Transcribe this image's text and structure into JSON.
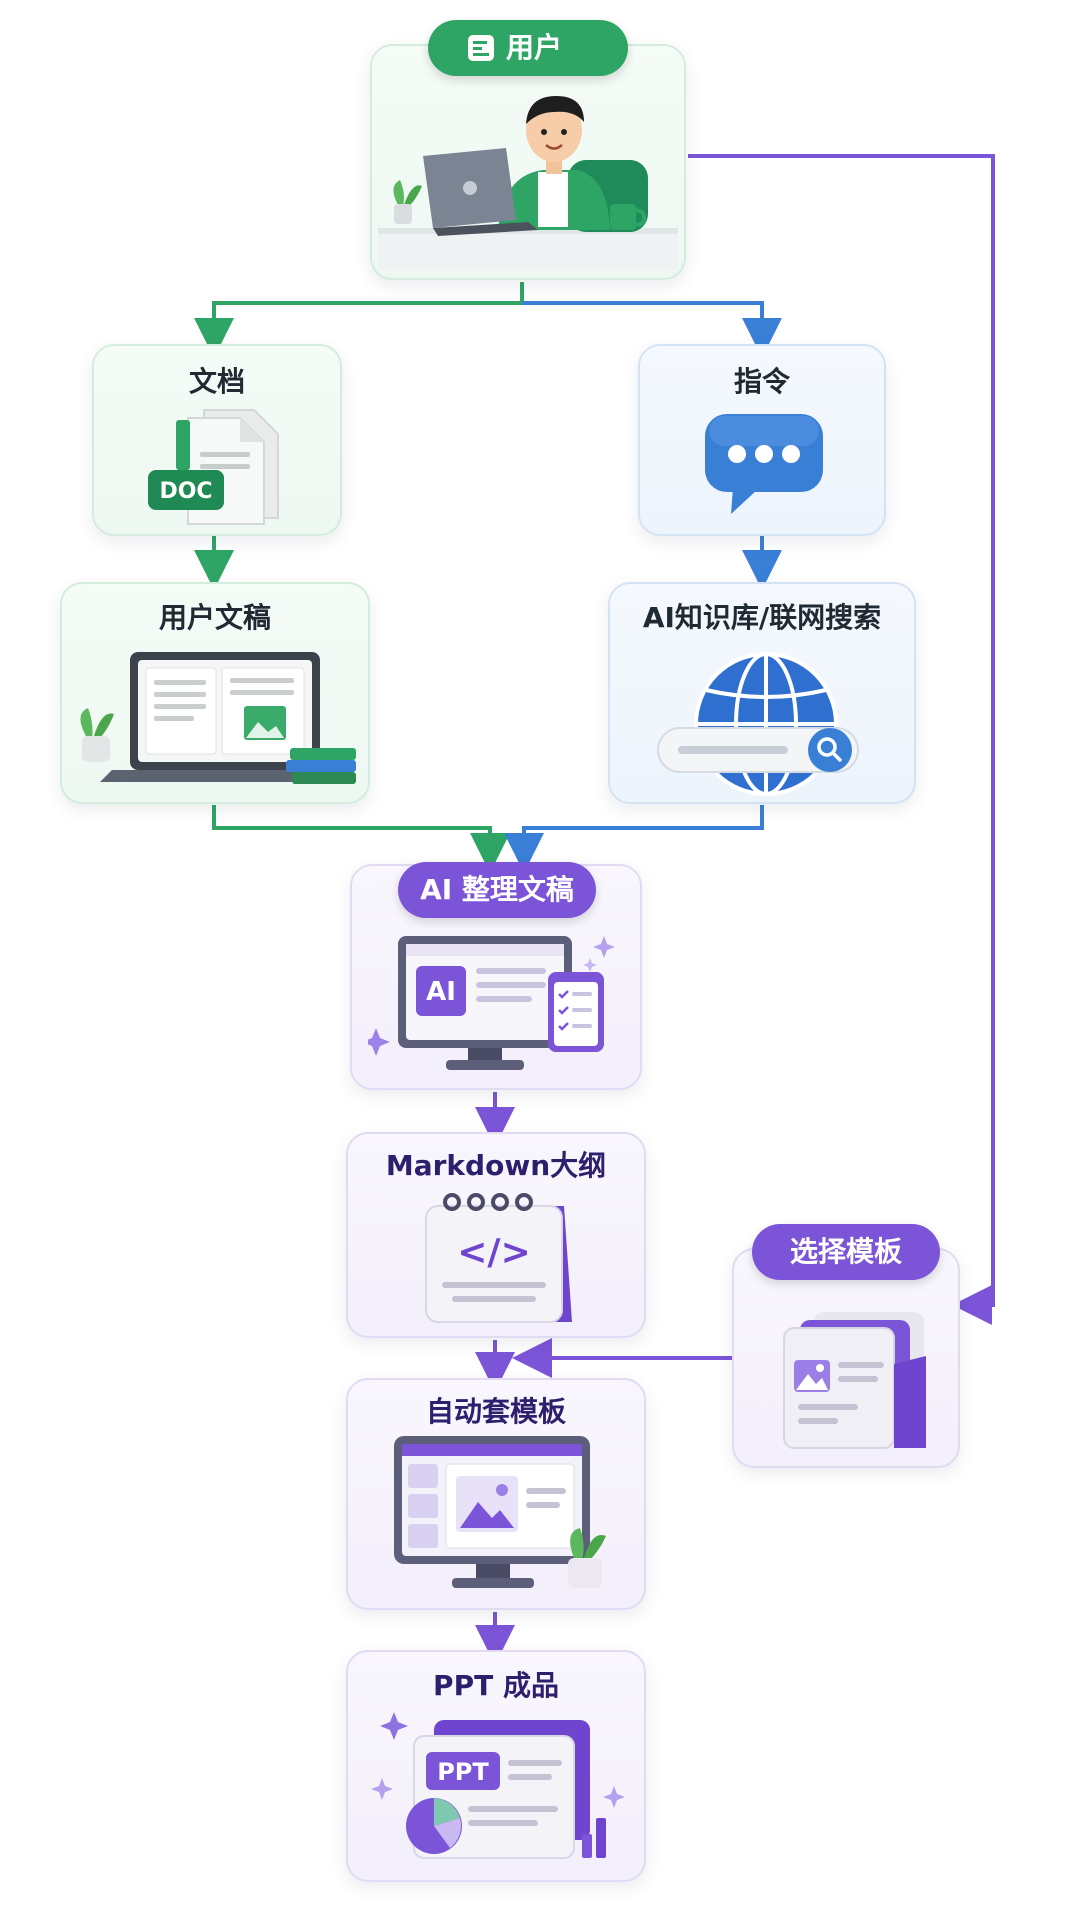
{
  "nodes": {
    "user": "用户",
    "doc": "文档",
    "instruction": "指令",
    "user_doc": "用户文稿",
    "knowledge": "AI知识库/联网搜索",
    "ai_organize": "AI 整理文稿",
    "markdown": "Markdown大纲",
    "auto_template": "自动套模板",
    "select_template": "选择模板",
    "ppt": "PPT 成品"
  },
  "icon_labels": {
    "doc_badge": "DOC",
    "ai_badge": "AI",
    "code_symbol": "</>",
    "ppt_badge": "PPT"
  },
  "icons": [
    "user-at-laptop-illustration",
    "doc-file-icon",
    "chat-bubble-icon",
    "laptop-document-illustration",
    "globe-search-icon",
    "ai-monitor-icon",
    "markdown-calendar-icon",
    "template-monitor-icon",
    "template-folder-icon",
    "ppt-presentation-icon"
  ],
  "colors": {
    "green": "#2fa565",
    "blue": "#3a7fd6",
    "purple": "#7c54d8"
  }
}
